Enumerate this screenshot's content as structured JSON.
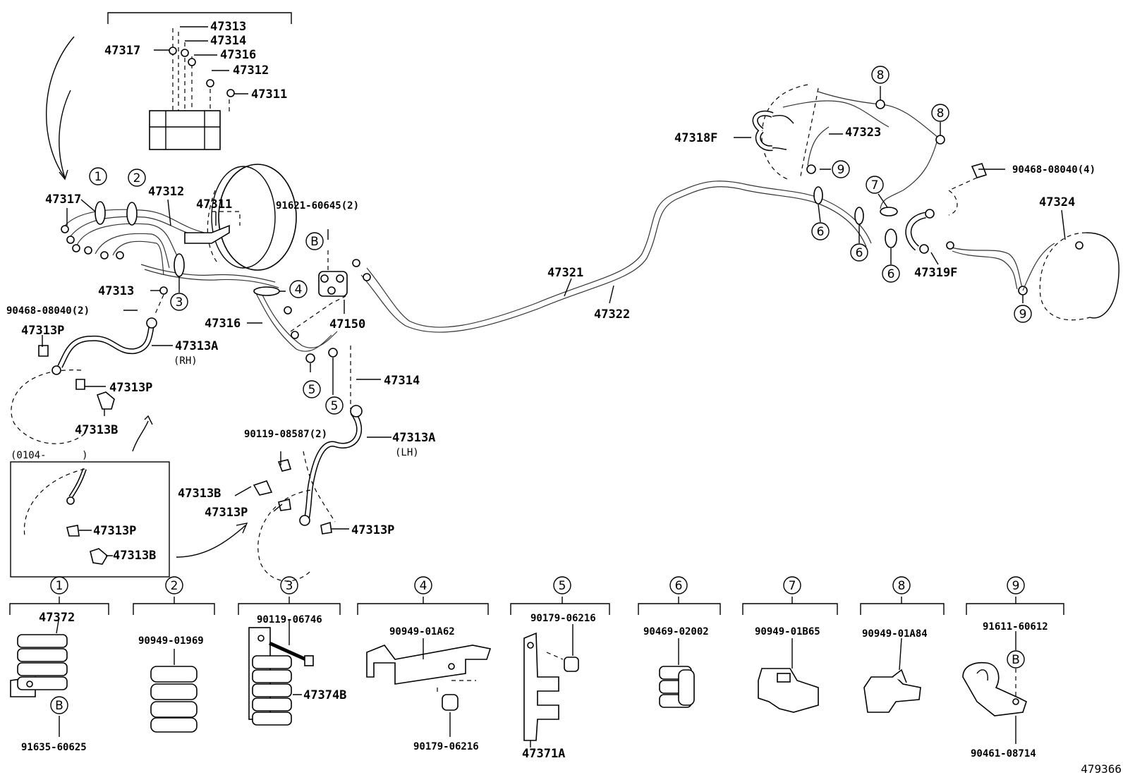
{
  "diagram": {
    "doc_number": "479366",
    "main_labels": {
      "p47313_top": "47313",
      "p47314_top": "47314",
      "p47316_top": "47316",
      "p47317_top": "47317",
      "p47312_top": "47312",
      "p47311_top": "47311",
      "p47317": "47317",
      "p47312": "47312",
      "p47311": "47311",
      "p91621": "91621-60645(2)",
      "p47313": "47313",
      "p90468_left": "90468-08040(2)",
      "p47316": "47316",
      "p47150": "47150",
      "p47313P_a": "47313P",
      "p47313A_rh": "47313A",
      "rh": "(RH)",
      "p47313P_b": "47313P",
      "p47313B_a": "47313B",
      "p47314": "47314",
      "p90119": "90119-08587(2)",
      "p47313A_lh": "47313A",
      "lh": "(LH)",
      "date_range": "(0104-      )",
      "p47313B_b": "47313B",
      "p47313P_c": "47313P",
      "p47313P_d": "47313P",
      "inset_47313P": "47313P",
      "inset_47313B": "47313B",
      "p47321": "47321",
      "p47322": "47322",
      "p47318F": "47318F",
      "p47323": "47323",
      "p90468_right": "90468-08040(4)",
      "p47324": "47324",
      "p47319F": "47319F"
    },
    "callouts": {
      "c1": "1",
      "c2": "2",
      "c3": "3",
      "c4": "4",
      "c5a": "5",
      "c5b": "5",
      "c6a": "6",
      "c6b": "6",
      "c6c": "6",
      "c7": "7",
      "c8a": "8",
      "c8b": "8",
      "c9a": "9",
      "c9b": "9",
      "cBa": "B",
      "cBb": "B",
      "cBc": "B"
    },
    "groups": [
      {
        "num": "1",
        "labels": [
          "47372",
          "91635-60625"
        ]
      },
      {
        "num": "2",
        "labels": [
          "90949-01969"
        ]
      },
      {
        "num": "3",
        "labels": [
          "90119-06746",
          "47374B"
        ]
      },
      {
        "num": "4",
        "labels": [
          "90949-01A62",
          "90179-06216"
        ]
      },
      {
        "num": "5",
        "labels": [
          "90179-06216",
          "47371A"
        ]
      },
      {
        "num": "6",
        "labels": [
          "90469-02002"
        ]
      },
      {
        "num": "7",
        "labels": [
          "90949-01B65"
        ]
      },
      {
        "num": "8",
        "labels": [
          "90949-01A84"
        ]
      },
      {
        "num": "9",
        "labels": [
          "91611-60612",
          "90461-08714"
        ]
      }
    ]
  }
}
